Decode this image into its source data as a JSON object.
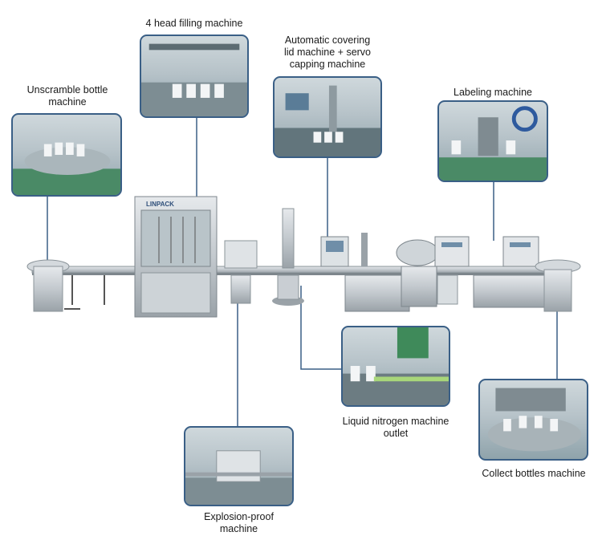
{
  "labels": {
    "filling": "4 head filling machine",
    "capping_1": "Automatic covering",
    "capping_2": "lid machine + servo",
    "capping_3": "capping machine",
    "unscramble_1": "Unscramble bottle",
    "unscramble_2": "machine",
    "labeling": "Labeling machine",
    "nitrogen_1": "Liquid nitrogen machine",
    "nitrogen_2": "outlet",
    "collect": "Collect bottles machine",
    "explosion_1": "Explosion-proof",
    "explosion_2": "machine"
  },
  "brand": "LINPACK",
  "colors": {
    "frame": "#3a5f86",
    "connector": "#3a5f86",
    "steel": "#c9ced3"
  }
}
